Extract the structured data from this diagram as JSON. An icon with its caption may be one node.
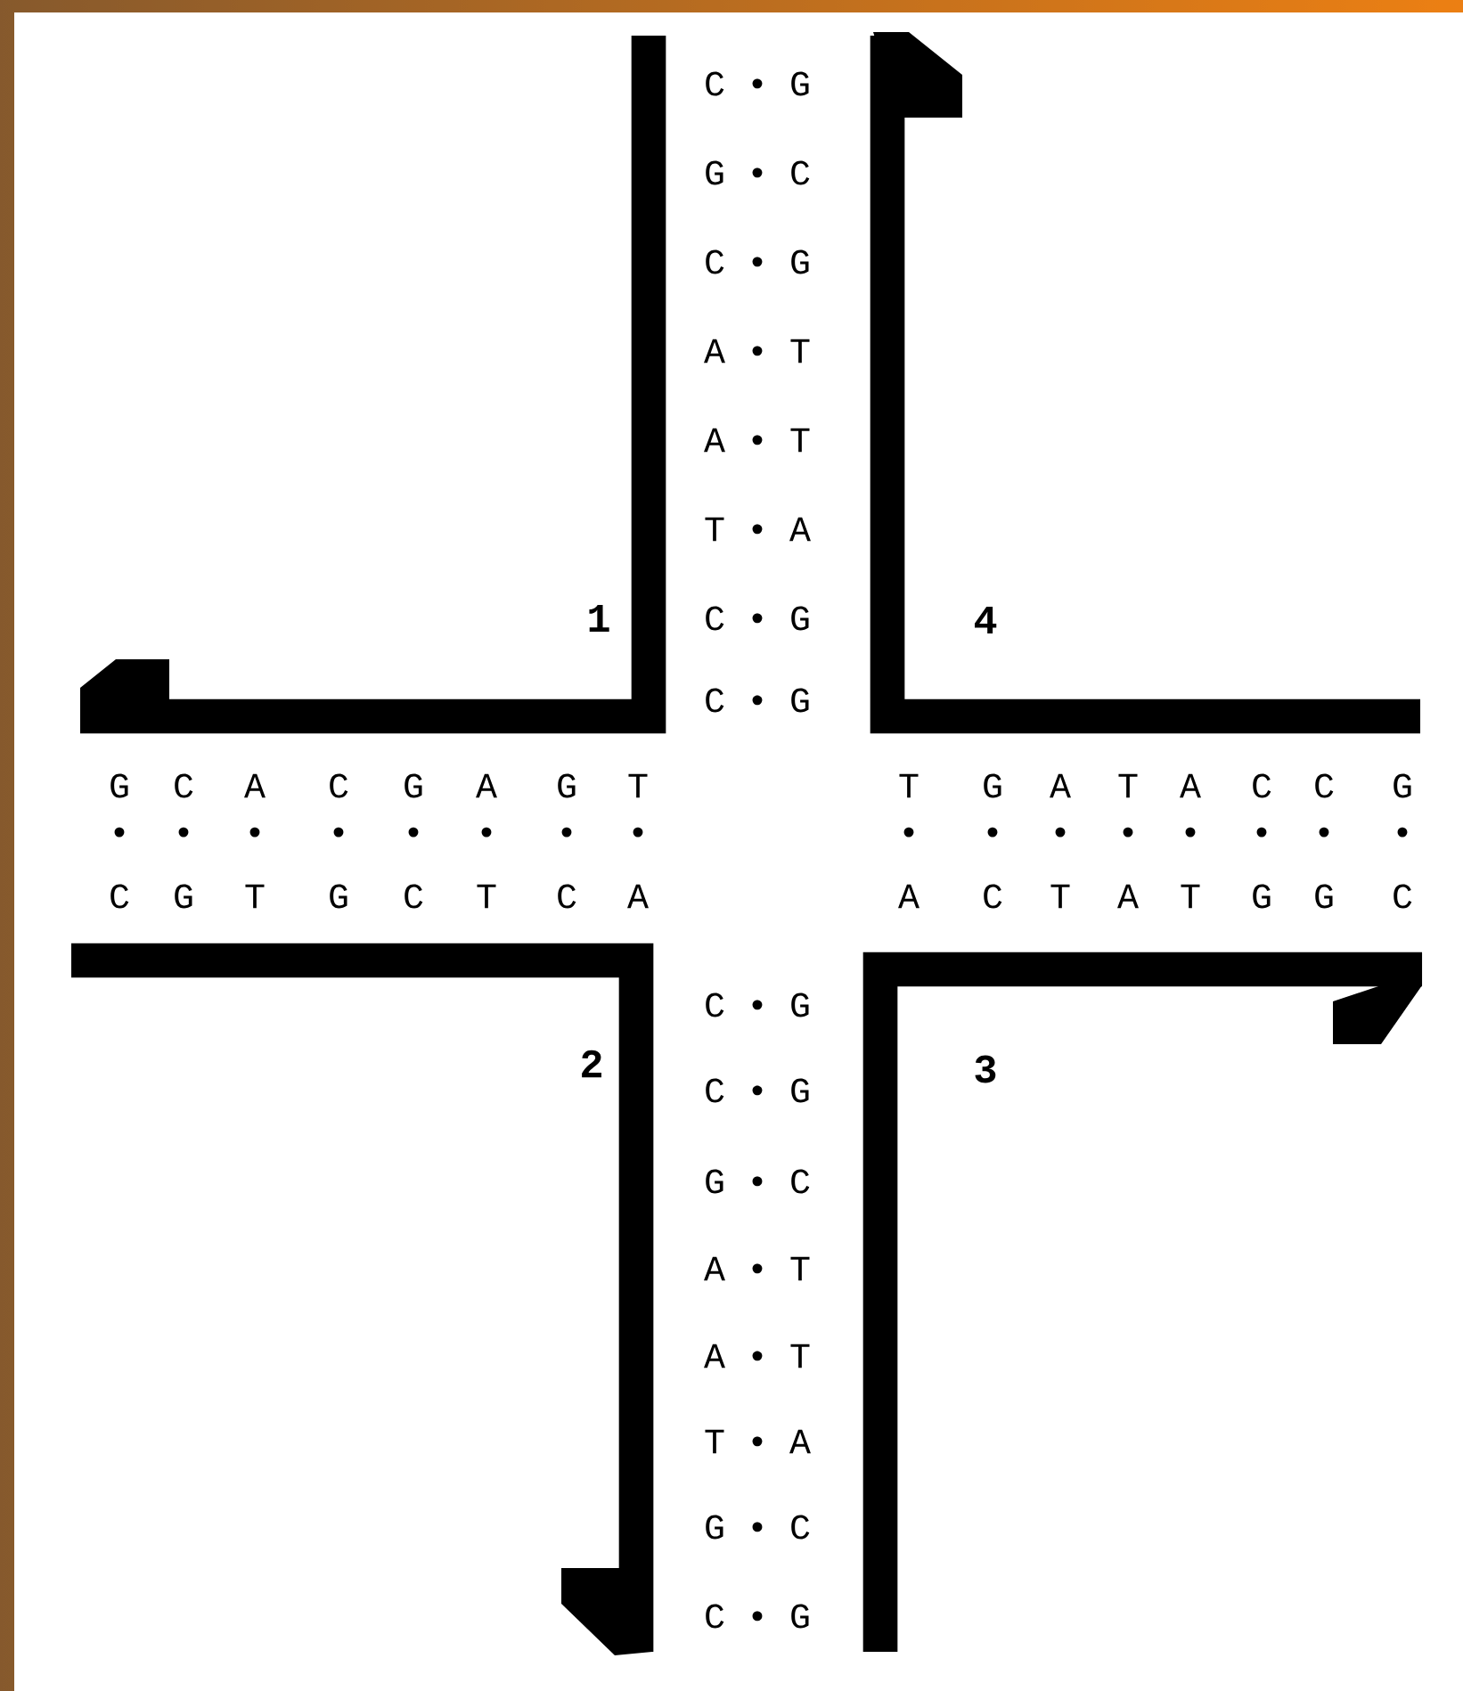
{
  "diagram": {
    "labels": [
      "C • G",
      "G • C",
      "C • G",
      "A • T",
      "A • T",
      "T • A",
      "C • G",
      "C • G",
      "1",
      "4",
      "G",
      "C",
      "A",
      "C",
      "G",
      "A",
      "G",
      "T",
      "T",
      "G",
      "A",
      "T",
      "A",
      "C",
      "C",
      "G",
      "•",
      "•",
      "•",
      "•",
      "•",
      "•",
      "•",
      "•",
      "•",
      "•",
      "•",
      "•",
      "•",
      "•",
      "•",
      "•",
      "C",
      "G",
      "T",
      "G",
      "C",
      "T",
      "C",
      "A",
      "A",
      "C",
      "T",
      "A",
      "T",
      "G",
      "G",
      "C",
      "2",
      "3",
      "C • G",
      "C • G",
      "G • C",
      "A • T",
      "A • T",
      "T • A",
      "G • C",
      "C • G"
    ]
  }
}
